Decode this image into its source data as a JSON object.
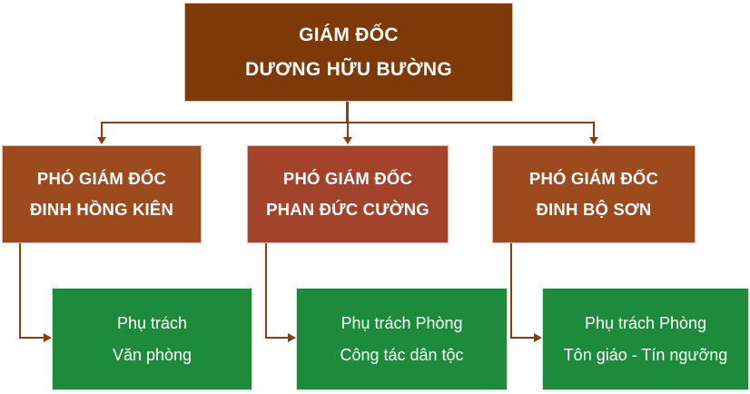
{
  "org": {
    "director": {
      "title": "GIÁM ĐỐC",
      "name": "DƯƠNG HỮU BƯỜNG"
    },
    "deputies": [
      {
        "title": "PHÓ GIÁM ĐỐC",
        "name": "ĐINH HỒNG KIÊN"
      },
      {
        "title": "PHÓ GIÁM ĐỐC",
        "name": "PHAN ĐỨC CƯỜNG"
      },
      {
        "title": "PHÓ GIÁM ĐỐC",
        "name": "ĐINH BỘ SƠN"
      }
    ],
    "departments": [
      {
        "line1": "Phụ trách",
        "line2": "Văn phòng"
      },
      {
        "line1": "Phụ trách Phòng",
        "line2": "Công tác dân tộc"
      },
      {
        "line1": "Phụ trách Phòng",
        "line2": "Tôn giáo - Tín ngưỡng"
      }
    ]
  },
  "colors": {
    "director_fill": "#7E3908",
    "deputy_fill": "#9D4A1F",
    "deputy_fill_alt": "#A4432B",
    "department_fill": "#1E8B3C",
    "connector": "#8C3D13",
    "text": "#FFFFFF"
  }
}
